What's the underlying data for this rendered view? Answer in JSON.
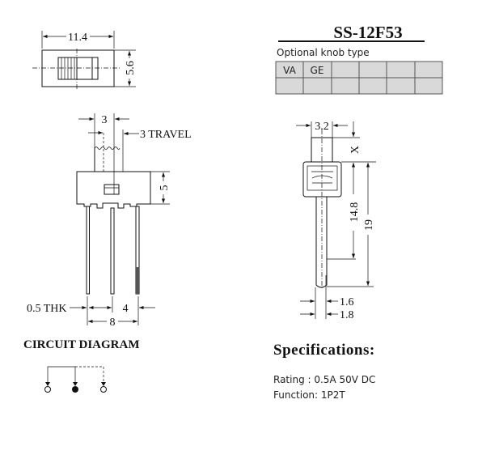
{
  "part_number": "SS-12F53",
  "knob_table": {
    "label": "Optional knob type",
    "row1": [
      "VA",
      "GE",
      "",
      "",
      "",
      ""
    ],
    "row2": [
      "",
      "",
      "",
      "",
      "",
      ""
    ],
    "fill_color": "#d9d9d9"
  },
  "top_view": {
    "width_dim": "11.4",
    "height_dim": "5.6"
  },
  "front_view": {
    "knob_dim": "3",
    "travel_dim": "3 TRAVEL",
    "body_height_dim": "5",
    "thickness_dim": "0.5 THK",
    "pitch_dim": "4",
    "span_dim": "8"
  },
  "side_view": {
    "knob_width_dim": "3.2",
    "knob_height_dim": "X",
    "pin_dim": "14.8",
    "total_dim": "19",
    "pin_width_1": "1.6",
    "pin_width_2": "1.8"
  },
  "circuit": {
    "title": "CIRCUIT DIAGRAM"
  },
  "specs": {
    "title": "Specifications:",
    "rating": "Rating : 0.5A 50V DC",
    "function": "Function: 1P2T"
  }
}
